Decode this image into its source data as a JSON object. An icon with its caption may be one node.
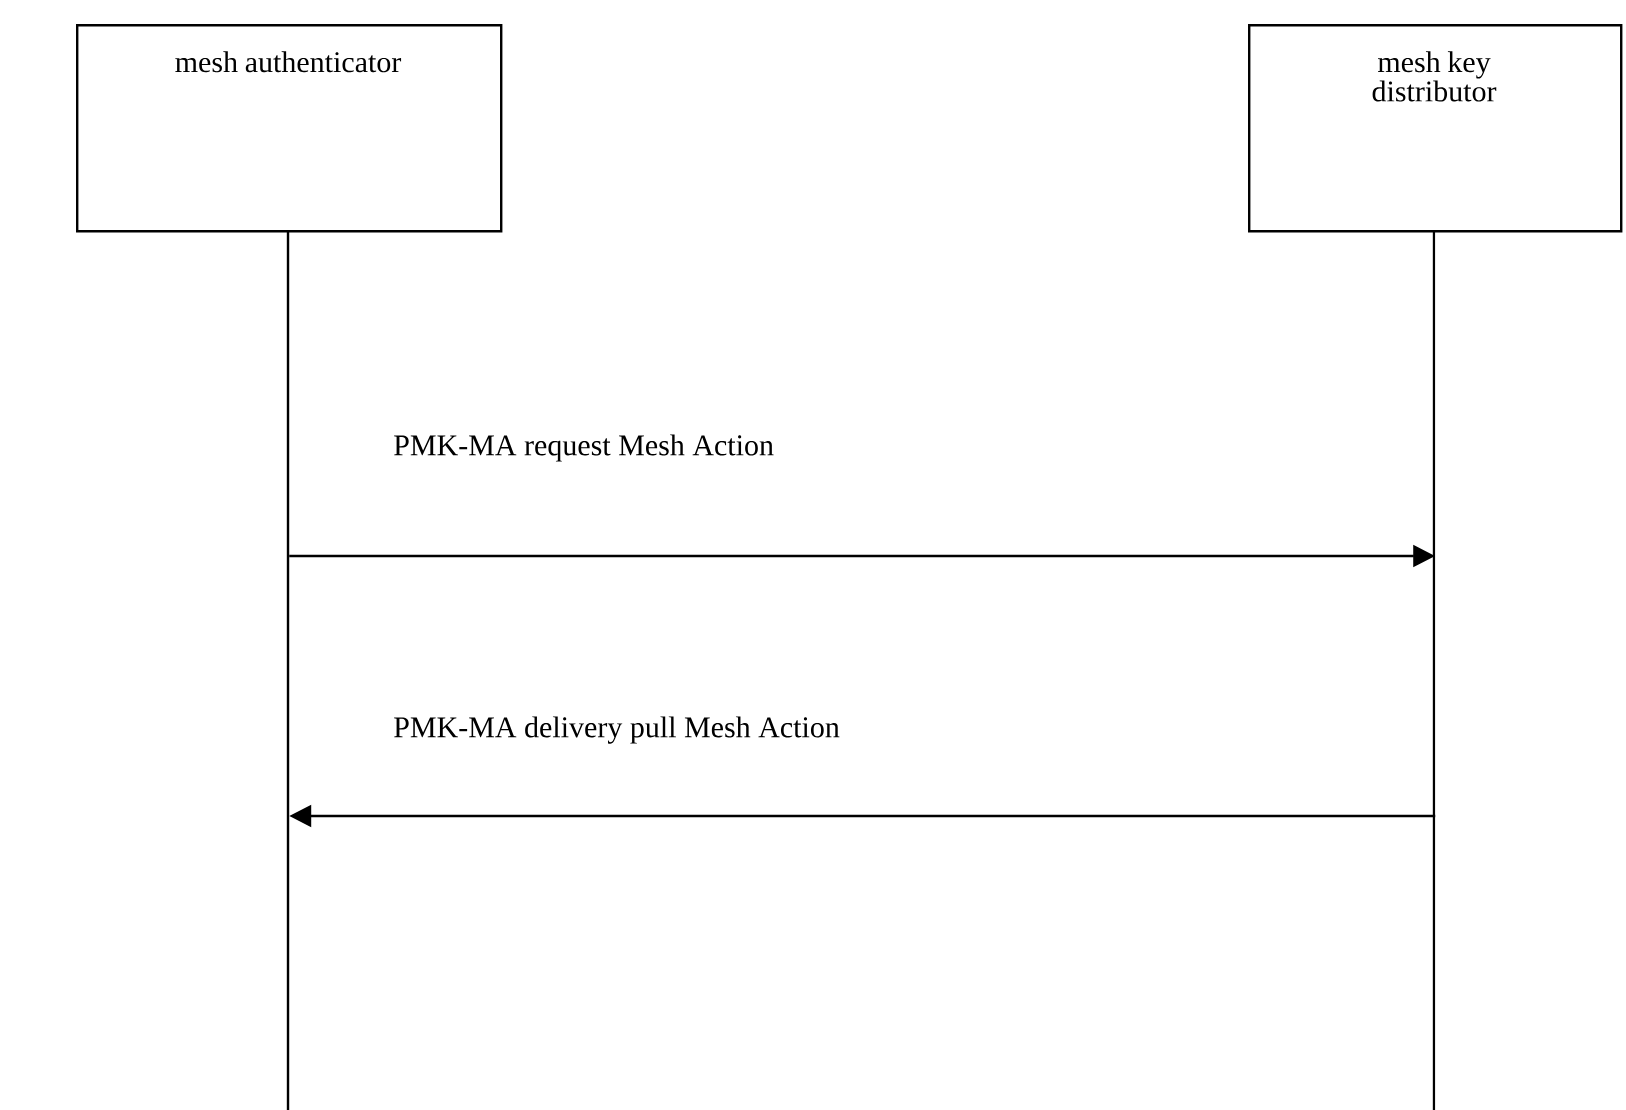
{
  "diagram": {
    "nodes": [
      {
        "text": [
          "mesh authenticator"
        ]
      },
      {
        "text": [
          "mesh key distributor"
        ]
      }
    ],
    "edges": [
      {
        "from": 0,
        "to": 1,
        "arrow": "to",
        "label": "PMK-MA request Mesh Action"
      },
      {
        "from": 1,
        "to": 0,
        "arrow": "to",
        "label": "PMK-MA delivery pull Mesh Action"
      }
    ]
  }
}
